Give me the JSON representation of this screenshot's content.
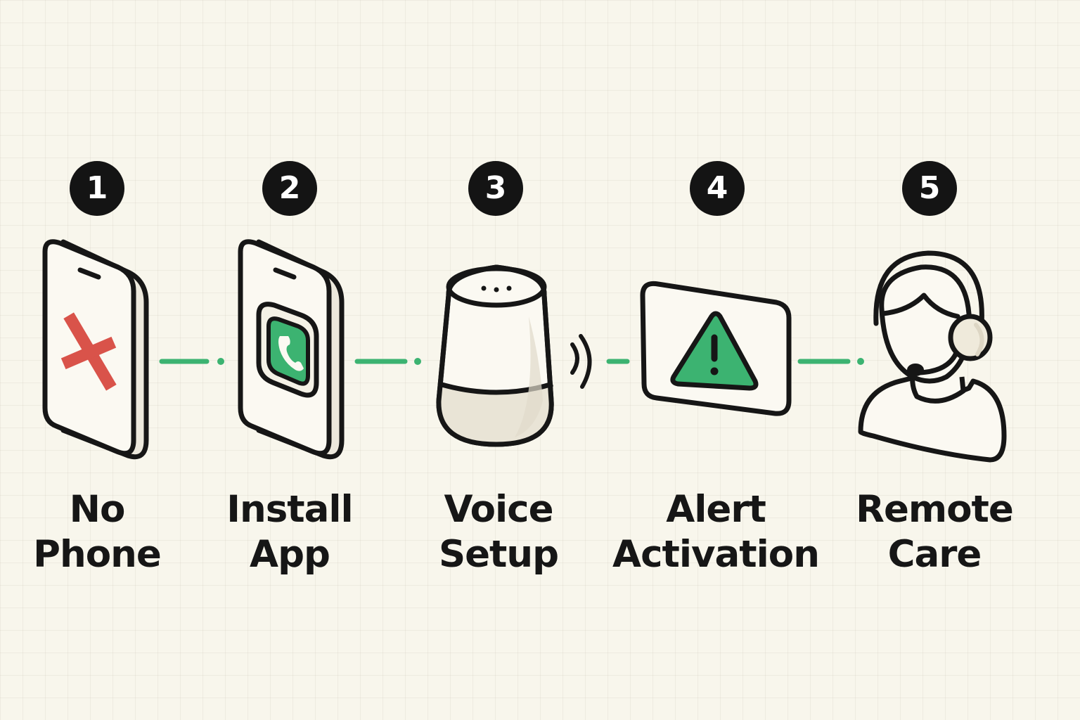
{
  "steps": [
    {
      "number": "1",
      "label_line1": "No",
      "label_line2": "Phone",
      "icon": "phone-crossed-icon"
    },
    {
      "number": "2",
      "label_line1": "Install",
      "label_line2": "App",
      "icon": "phone-app-icon"
    },
    {
      "number": "3",
      "label_line1": "Voice",
      "label_line2": "Setup",
      "icon": "smart-speaker-icon"
    },
    {
      "number": "4",
      "label_line1": "Alert",
      "label_line2": "Activation",
      "icon": "alert-screen-icon"
    },
    {
      "number": "5",
      "label_line1": "Remote",
      "label_line2": "Care",
      "icon": "headset-agent-icon"
    }
  ],
  "colors": {
    "background": "#f8f6ec",
    "outline": "#161616",
    "accent_green": "#3cb371",
    "cross_red": "#d9534a",
    "badge": "#141414"
  }
}
